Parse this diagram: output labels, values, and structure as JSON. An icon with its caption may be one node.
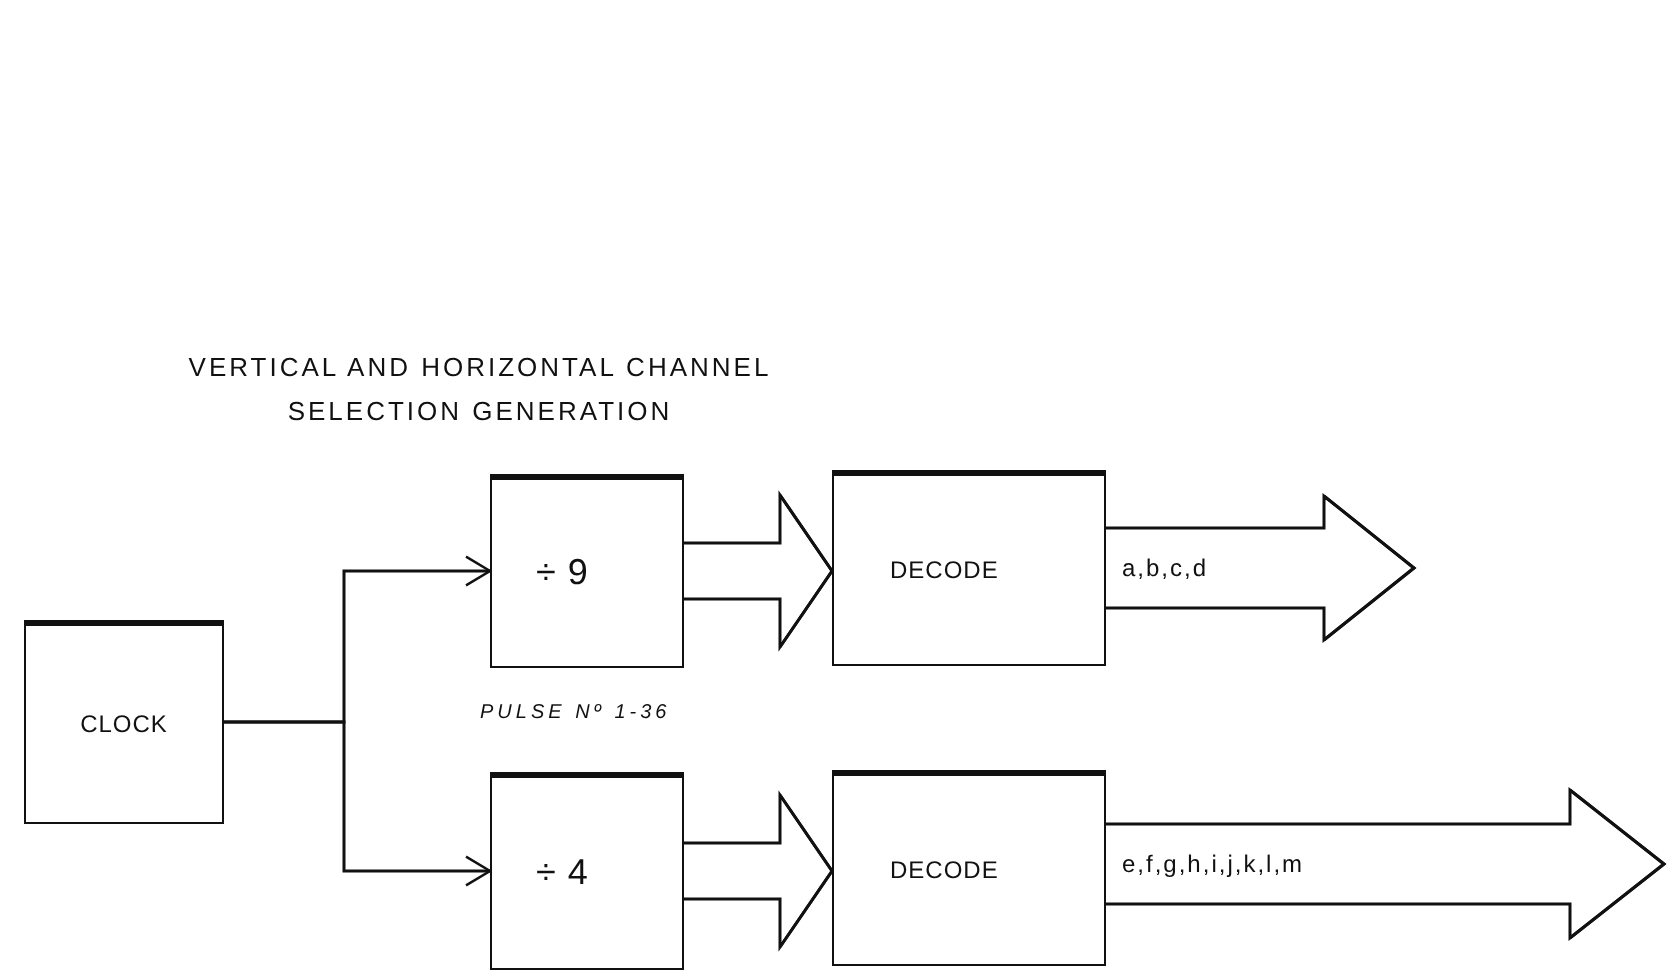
{
  "diagram": {
    "title": "VERTICAL AND HORIZONTAL CHANNEL SELECTION GENERATION",
    "nodes": [
      {
        "text": [
          "CLOCK"
        ]
      },
      {
        "text": [
          "÷ 9"
        ]
      },
      {
        "text": [
          "DECODE"
        ]
      },
      {
        "text": [
          "÷ 4"
        ]
      },
      {
        "text": [
          "DECODE"
        ]
      }
    ],
    "edges": [
      {
        "from": 0,
        "to": 1,
        "arrow": "to"
      },
      {
        "from": 0,
        "to": 3,
        "arrow": "to"
      },
      {
        "from": 1,
        "to": 2,
        "arrow": "to"
      },
      {
        "from": 3,
        "to": 4,
        "arrow": "to"
      },
      {
        "from": 2,
        "to": null,
        "arrow": "to",
        "label": "a,b,c,d"
      },
      {
        "from": 4,
        "to": null,
        "arrow": "to",
        "label": "e,f,g,h,i,j,k,l,m"
      }
    ],
    "labels": [
      "PULSE Nº 1-36"
    ]
  }
}
